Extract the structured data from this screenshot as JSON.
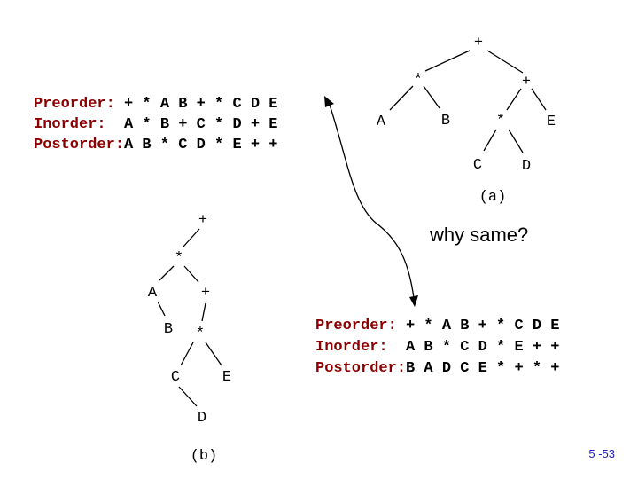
{
  "traversals_a": {
    "preorder_label": "Preorder: ",
    "preorder_value": "+ * A B + * C D E",
    "inorder_label": "Inorder:  ",
    "inorder_value": "A * B + C * D + E",
    "postorder_label": "Postorder:",
    "postorder_value": "A B * C D * E + +"
  },
  "traversals_b": {
    "preorder_label": "Preorder: ",
    "preorder_value": "+ * A B + * C D E",
    "inorder_label": "Inorder:  ",
    "inorder_value": "A B * C D * E + +",
    "postorder_label": "Postorder:",
    "postorder_value": "B A D C E * + * +"
  },
  "tree_a": {
    "caption": "(a)",
    "nodes": {
      "root": "+",
      "left": "*",
      "right": "+",
      "a": "A",
      "b": "B",
      "star2": "*",
      "e": "E",
      "c": "C",
      "d": "D"
    }
  },
  "tree_b": {
    "caption": "(b)",
    "nodes": {
      "root": "+",
      "star1": "*",
      "a": "A",
      "plus2": "+",
      "b": "B",
      "star2": "*",
      "c": "C",
      "e": "E",
      "d": "D"
    }
  },
  "question": "why same?",
  "slide_number": "5 -53",
  "colors": {
    "label": "#8b0000",
    "value": "#000000",
    "line": "#000000",
    "slide_number": "#2222bb"
  }
}
